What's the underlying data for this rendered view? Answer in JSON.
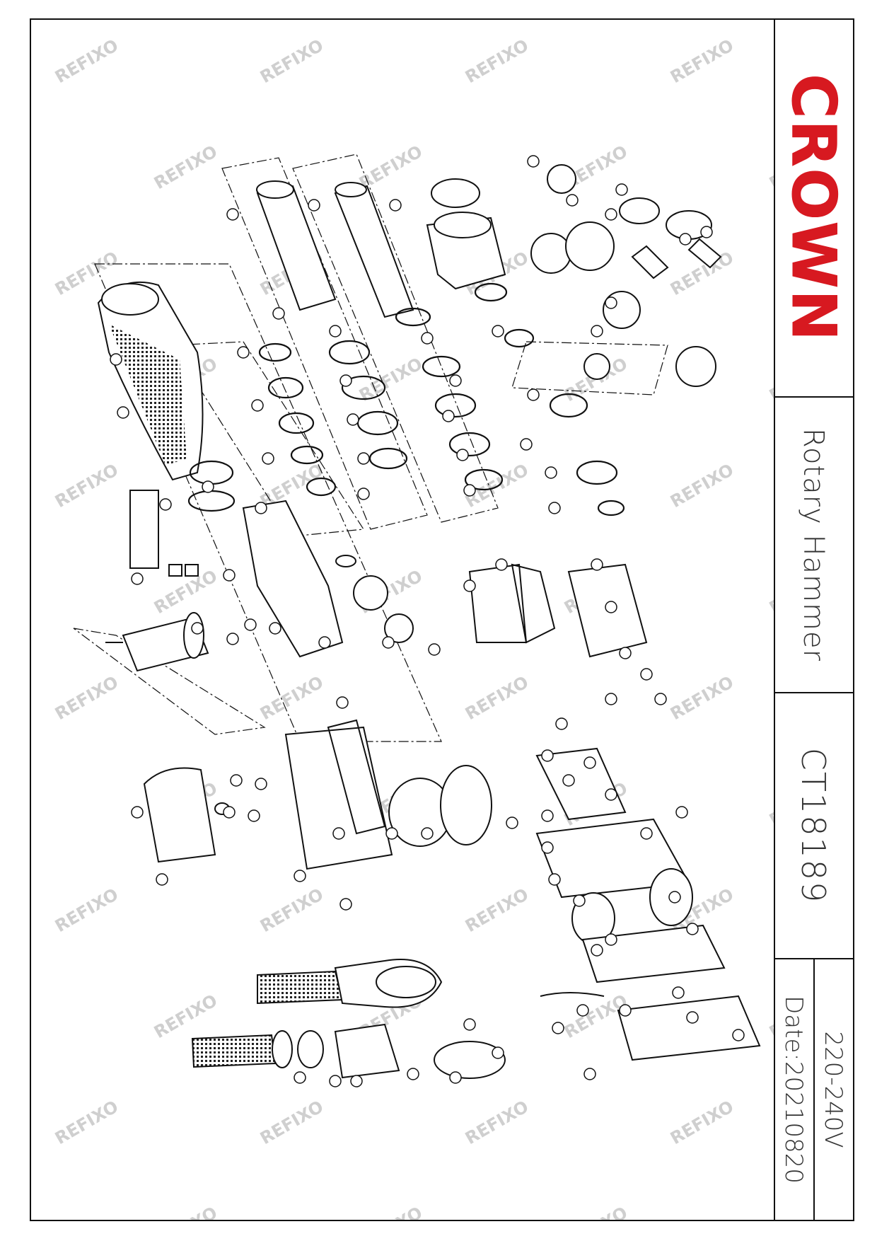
{
  "title_block": {
    "brand_logo": "CROWN",
    "product_name": "Rotary Hammer",
    "model_number": "CT18189",
    "voltage": "220-240V",
    "date": "Date:20210820"
  },
  "watermark": {
    "text": "REFIXO"
  },
  "colors": {
    "brand_red": "#d71920",
    "line": "#111111",
    "watermark": "#cfcfcf"
  }
}
